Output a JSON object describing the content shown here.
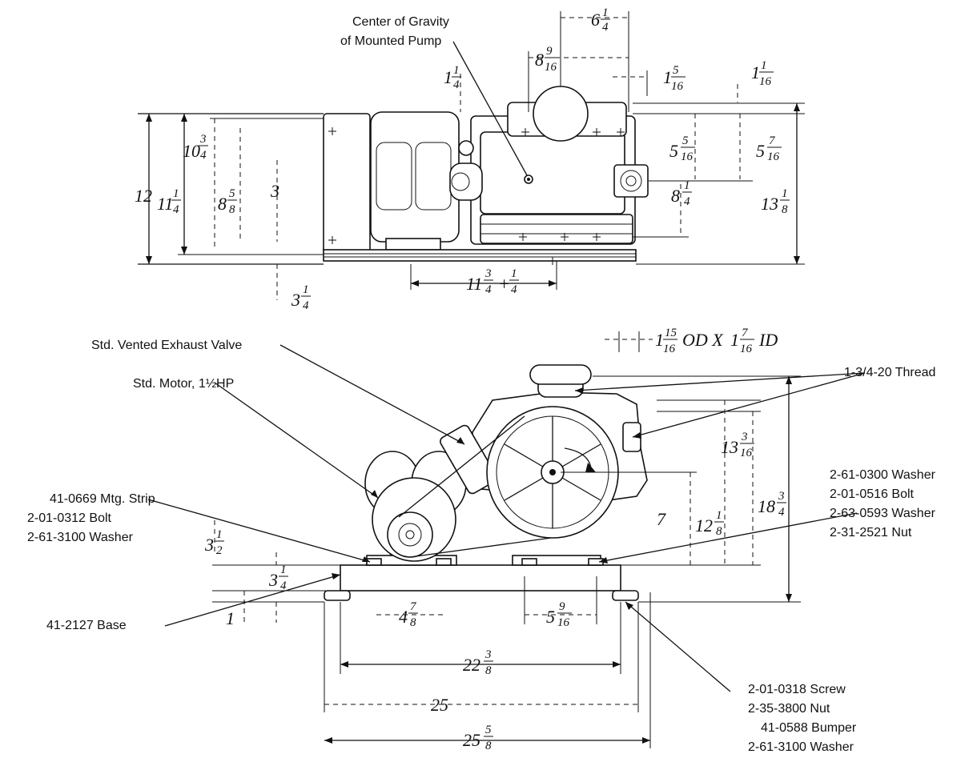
{
  "labels": {
    "center_gravity_line1": "Center of Gravity",
    "center_gravity_line2": "of Mounted Pump",
    "vented_exhaust_valve": "Std. Vented Exhaust Valve",
    "std_motor": "Std. Motor, 1½HP",
    "thread": "1-3/4-20 Thread",
    "mtg_strip": "41-0669 Mtg. Strip",
    "bolt_left": "2-01-0312 Bolt",
    "washer_left": "2-61-3100 Washer",
    "washer_right_1": "2-61-0300 Washer",
    "bolt_right": "2-01-0516 Bolt",
    "washer_right_2": "2-63-0593 Washer",
    "nut_right": "2-31-2521 Nut",
    "base": "41-2127 Base",
    "screw": "2-01-0318 Screw",
    "nut_bottom": "2-35-3800 Nut",
    "bumper": "41-0588 Bumper",
    "washer_bottom": "2-61-3100 Washer"
  },
  "dims": {
    "d_6_1_4": {
      "whole": "6",
      "num": "1",
      "den": "4"
    },
    "d_8_9_16": {
      "whole": "8",
      "num": "9",
      "den": "16"
    },
    "d_1_1_4": {
      "whole": "1",
      "num": "1",
      "den": "4"
    },
    "d_1_5_16": {
      "whole": "1",
      "num": "5",
      "den": "16"
    },
    "d_1_1_16": {
      "whole": "1",
      "num": "1",
      "den": "16"
    },
    "d_12": {
      "whole": "12"
    },
    "d_11_1_4": {
      "whole": "11",
      "num": "1",
      "den": "4"
    },
    "d_10_3_4": {
      "whole": "10",
      "num": "3",
      "den": "4"
    },
    "d_8_5_8": {
      "whole": "8",
      "num": "5",
      "den": "8"
    },
    "d_3": {
      "whole": "3"
    },
    "d_5_5_16": {
      "whole": "5",
      "num": "5",
      "den": "16"
    },
    "d_5_7_16": {
      "whole": "5",
      "num": "7",
      "den": "16"
    },
    "d_8_1_4": {
      "whole": "8",
      "num": "1",
      "den": "4"
    },
    "d_13_1_8": {
      "whole": "13",
      "num": "1",
      "den": "8"
    },
    "d_3_1_4_top": {
      "whole": "3",
      "num": "1",
      "den": "4"
    },
    "d_11_3_4": {
      "whole": "11",
      "num": "3",
      "den": "4"
    },
    "d_plus_1_4": {
      "whole": "+",
      "num": "1",
      "den": "4"
    },
    "d_od_id": {
      "w1": "1",
      "n1": "15",
      "d1": "16",
      "t1": "OD X",
      "w2": "1",
      "n2": "7",
      "d2": "16",
      "t2": "ID"
    },
    "d_13_3_16": {
      "whole": "13",
      "num": "3",
      "den": "16"
    },
    "d_12_1_8": {
      "whole": "12",
      "num": "1",
      "den": "8"
    },
    "d_7": {
      "whole": "7"
    },
    "d_18_3_4": {
      "whole": "18",
      "num": "3",
      "den": "4"
    },
    "d_3_1_2": {
      "whole": "3",
      "num": "1",
      "den": "2"
    },
    "d_3_1_4_side": {
      "whole": "3",
      "num": "1",
      "den": "4"
    },
    "d_1": {
      "whole": "1"
    },
    "d_4_7_8": {
      "whole": "4",
      "num": "7",
      "den": "8"
    },
    "d_5_9_16": {
      "whole": "5",
      "num": "9",
      "den": "16"
    },
    "d_22_3_8": {
      "whole": "22",
      "num": "3",
      "den": "8"
    },
    "d_25": {
      "whole": "25"
    },
    "d_25_5_8": {
      "whole": "25",
      "num": "5",
      "den": "8"
    }
  }
}
